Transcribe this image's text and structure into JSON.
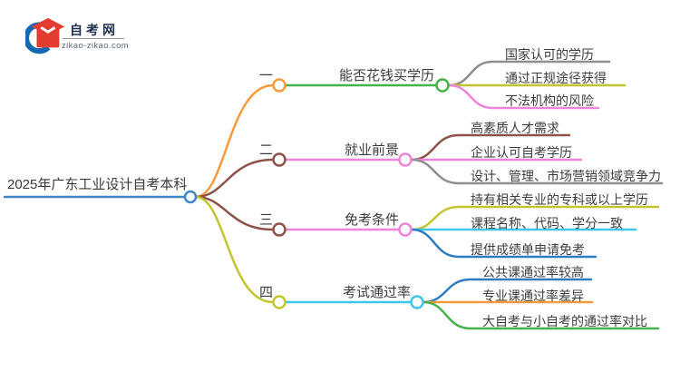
{
  "logo": {
    "title": "自考网",
    "url": "zikao-zikao.com"
  },
  "root": {
    "label": "2025年广东工业设计自考本科"
  },
  "branches": [
    {
      "number": "一",
      "topic": "能否花钱买学历",
      "children": [
        "国家认可的学历",
        "通过正规途径获得",
        "不法机构的风险"
      ]
    },
    {
      "number": "二",
      "topic": "就业前景",
      "children": [
        "高素质人才需求",
        "企业认可自考学历",
        "设计、管理、市场营销领域竞争力"
      ]
    },
    {
      "number": "三",
      "topic": "免考条件",
      "children": [
        "持有相关专业的专科或以上学历",
        "课程名称、代码、学分一致",
        "提供成绩单申请免考"
      ]
    },
    {
      "number": "四",
      "topic": "考试通过率",
      "children": [
        "公共课通过率较高",
        "专业课通过率差异",
        "大自考与小自考的通过率对比"
      ]
    }
  ],
  "colors": {
    "blue": "#3e86c7",
    "blue2": "#2f7cc0",
    "orange": "#f89a3c",
    "maroon": "#8e5248",
    "olive": "#c2c52f",
    "green": "#45b249",
    "gray": "#8e8e8e",
    "pink": "#ee85da",
    "cyan": "#3fc6e8",
    "logo_blue": "#1668b3",
    "logo_red": "#e23d30"
  }
}
